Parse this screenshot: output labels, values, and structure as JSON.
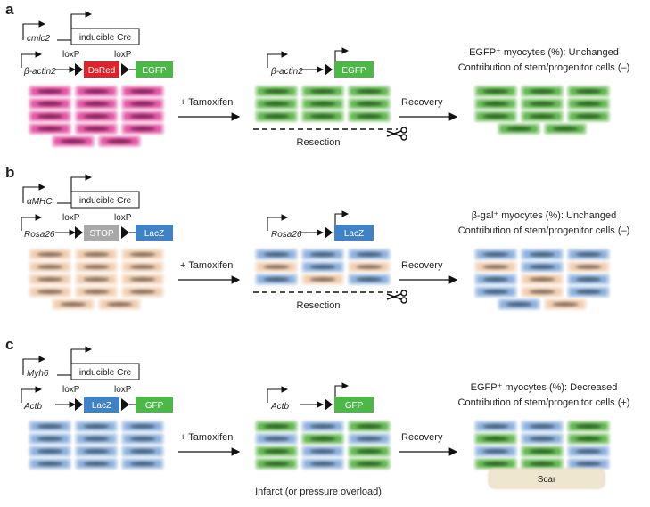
{
  "panels": [
    {
      "letter": "a",
      "promoter1": "cmlc2",
      "cre": "inducible Cre",
      "promoter2": "β-actin2",
      "loxp": "loxP",
      "box1": {
        "label": "DsRed",
        "color": "#e0232b"
      },
      "box2": {
        "label": "EGFP",
        "color": "#4cb848"
      },
      "initial_cell_color": "#e03f97",
      "treatment": "+ Tamoxifen",
      "after_promoter": "β-actin2",
      "after_box": {
        "label": "EGFP",
        "color": "#4cb848"
      },
      "after_cell_color": "#4fae3a",
      "mid_caption": "Resection",
      "recovery": "Recovery",
      "result1": "EGFP⁺ myocytes (%): Unchanged",
      "result2": "Contribution of stem/progenitor cells (–)",
      "final_cell_color": "#4fae3a",
      "scar_label": ""
    },
    {
      "letter": "b",
      "promoter1": "αMHC",
      "cre": "inducible Cre",
      "promoter2": "Rosa26",
      "loxp": "loxP",
      "box1": {
        "label": "STOP",
        "color": "#a8a8a8"
      },
      "box2": {
        "label": "LacZ",
        "color": "#3f82c5"
      },
      "initial_cell_color": "#efc7a4",
      "treatment": "+ Tamoxifen",
      "after_promoter": "Rosa26",
      "after_box": {
        "label": "LacZ",
        "color": "#3f82c5"
      },
      "after_cell_color": "#7ea7d8",
      "mid_caption": "Resection",
      "recovery": "Recovery",
      "result1": "β-gal⁺ myocytes (%): Unchanged",
      "result2": "Contribution of stem/progenitor cells (–)",
      "final_cell_color": "#7ea7d8",
      "scar_label": ""
    },
    {
      "letter": "c",
      "promoter1": "Myh6",
      "cre": "inducible Cre",
      "promoter2": "Actb",
      "loxp": "loxP",
      "box1": {
        "label": "LacZ",
        "color": "#3f82c5"
      },
      "box2": {
        "label": "GFP",
        "color": "#4cb848"
      },
      "initial_cell_color": "#7ea7d8",
      "treatment": "+ Tamoxifen",
      "after_promoter": "Actb",
      "after_box": {
        "label": "GFP",
        "color": "#4cb848"
      },
      "after_cell_color": "#4fae3a",
      "mid_caption": "Infarct (or pressure overload)",
      "recovery": "Recovery",
      "result1": "EGFP⁺ myocytes (%): Decreased",
      "result2": "Contribution of stem/progenitor cells (+)",
      "final_cell_color": "#4fae3a",
      "scar_label": "Scar"
    }
  ]
}
